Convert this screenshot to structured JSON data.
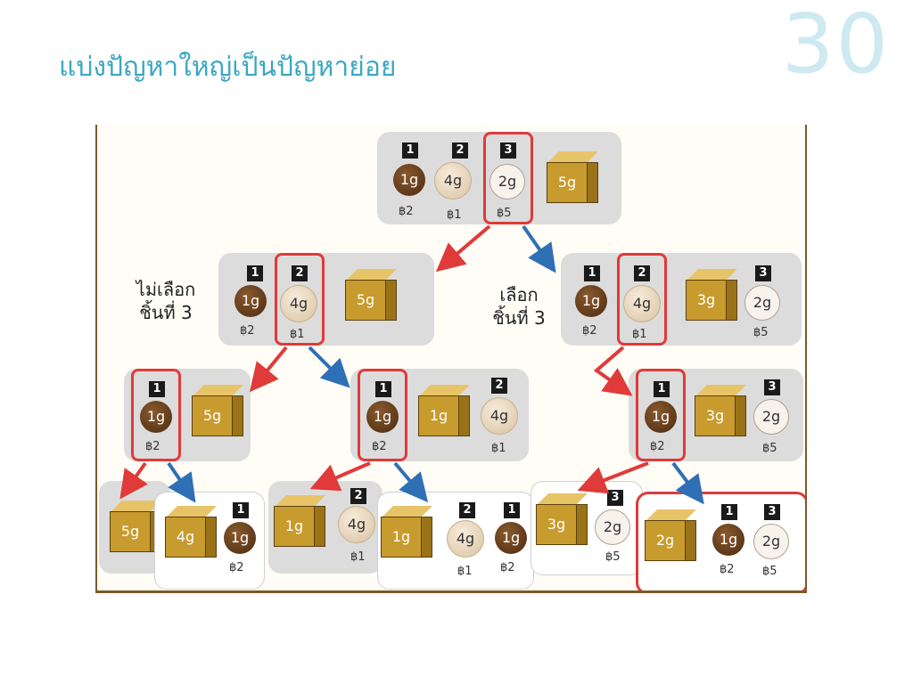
{
  "header": {
    "title": "แบ่งปัญหาใหญ่เป็นปัญหาย่อย",
    "slide_number": "30"
  },
  "labels": {
    "skip_line1": "ไม่เลือก",
    "skip_line2": "ชิ้นที่ 3",
    "take_line1": "เลือก",
    "take_line2": "ชิ้นที่ 3"
  },
  "items": {
    "i1": {
      "rank": "1",
      "weight": "1g",
      "price": "฿2"
    },
    "i2": {
      "rank": "2",
      "weight": "4g",
      "price": "฿1"
    },
    "i3": {
      "rank": "3",
      "weight": "2g",
      "price": "฿5"
    }
  },
  "knapsacks": {
    "k5": "5g",
    "k4": "4g",
    "k3": "3g",
    "k2": "2g",
    "k1": "1g"
  },
  "colors": {
    "title": "#3aa7c0",
    "exclude_arrow": "#e03a3a",
    "include_arrow": "#2f6fb5",
    "knapsack": "#c89b2e",
    "selection": "#e03a3a"
  }
}
